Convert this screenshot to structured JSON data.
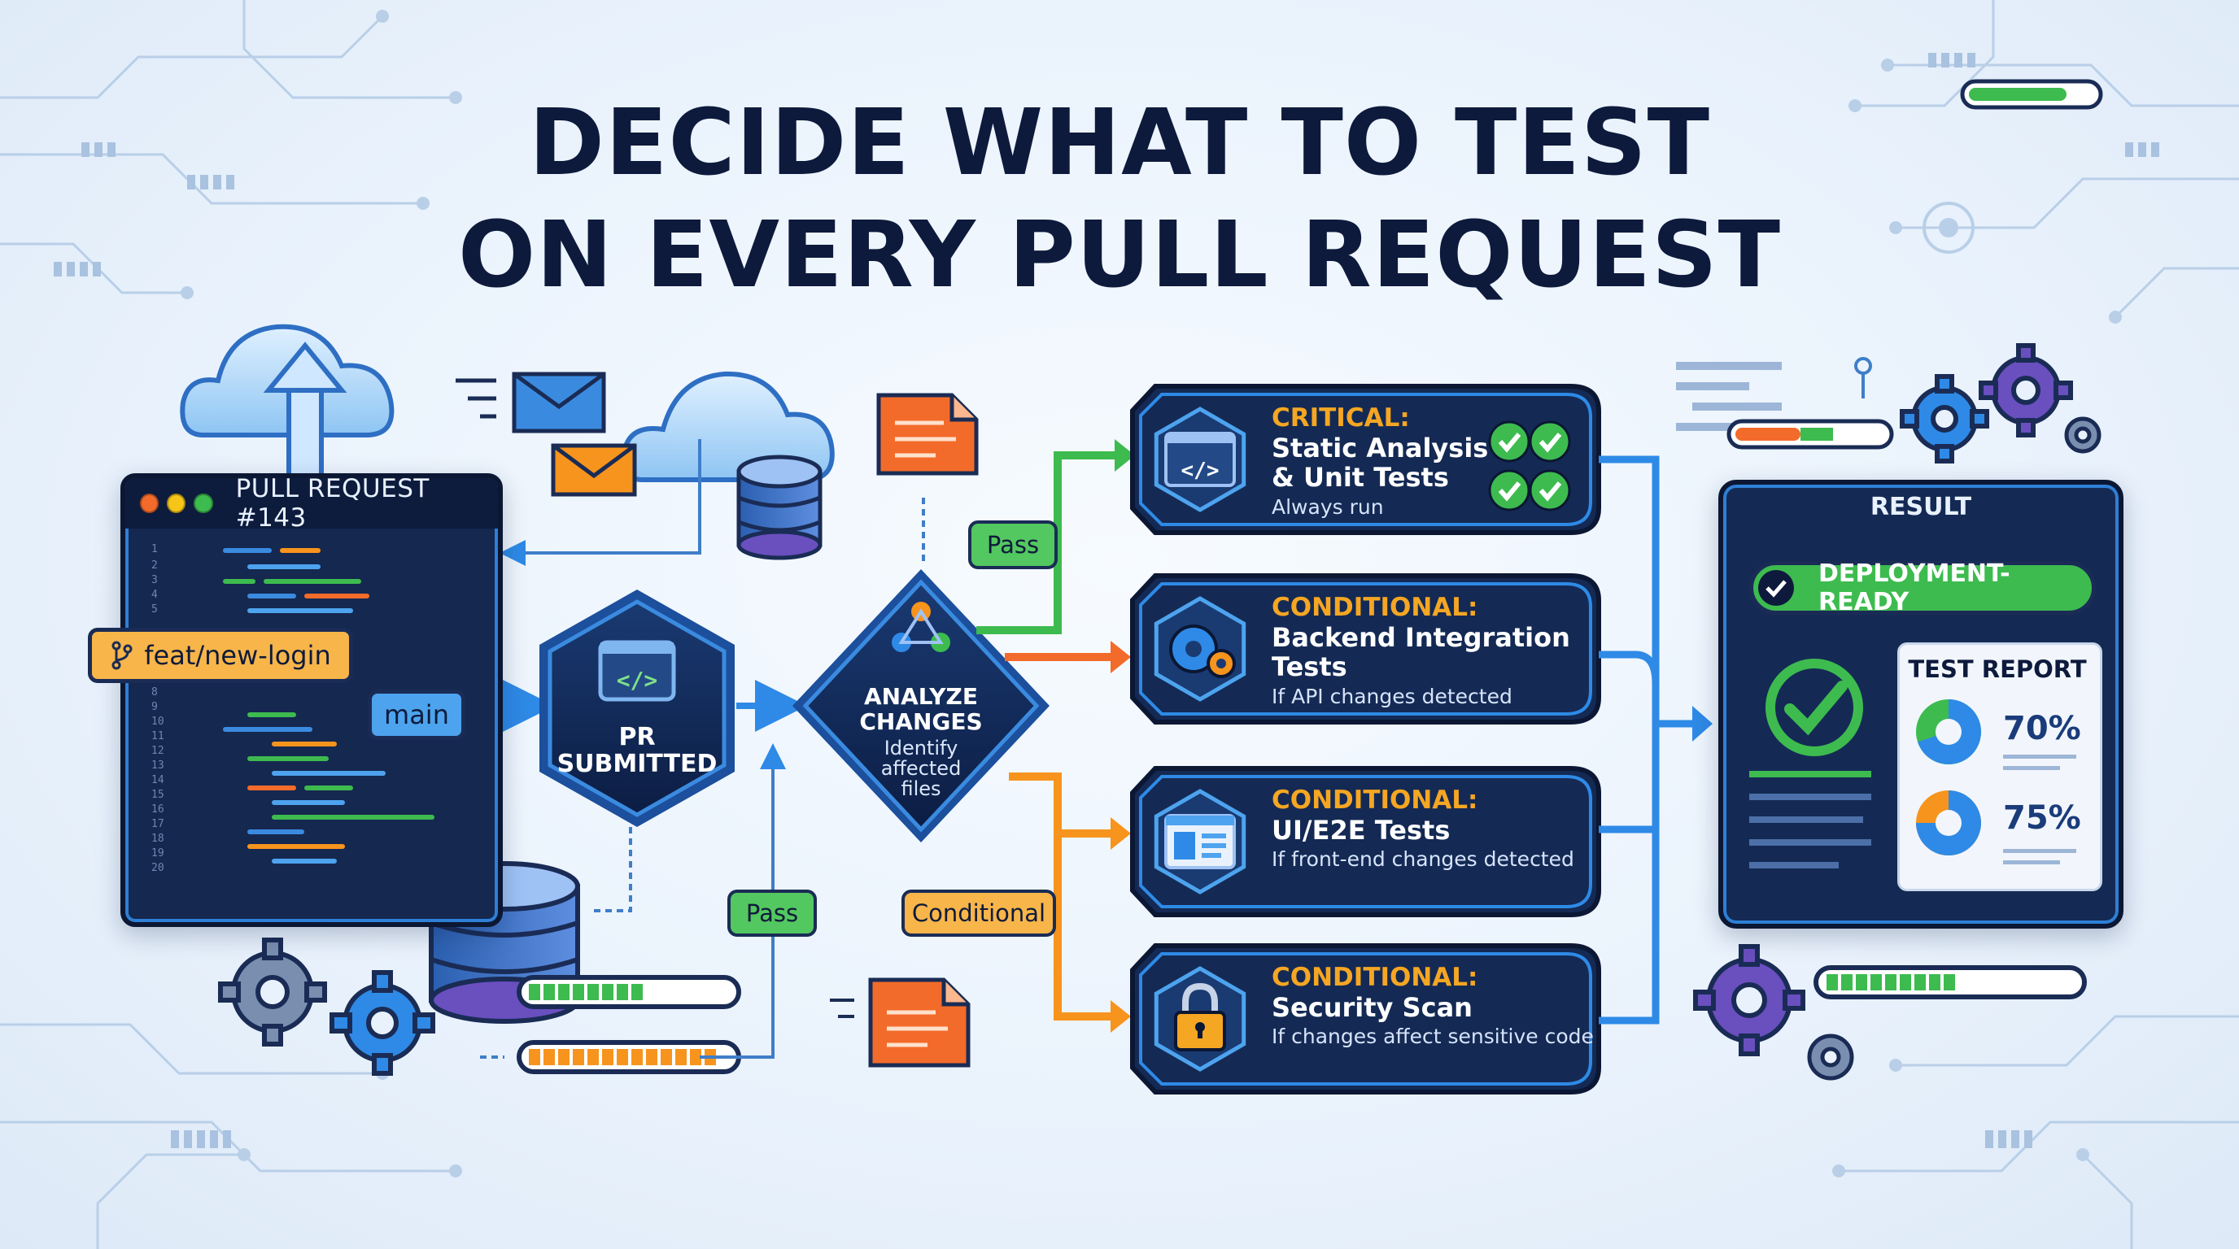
{
  "title": {
    "line1": "DECIDE WHAT TO TEST",
    "line2": "ON EVERY PULL REQUEST"
  },
  "pr_window": {
    "title": "PULL REQUEST #143",
    "line_numbers": [
      "1",
      "2",
      "3",
      "4",
      "5",
      "8",
      "9",
      "10",
      "11",
      "12",
      "13",
      "14",
      "15",
      "16",
      "17",
      "18",
      "19",
      "20"
    ],
    "branch_feature": "feat/new-login",
    "branch_main": "main"
  },
  "pr_submitted": {
    "line1": "PR",
    "line2": "SUBMITTED"
  },
  "analyze": {
    "line1": "ANALYZE",
    "line2": "CHANGES",
    "sub1": "Identify",
    "sub2": "affected",
    "sub3": "files"
  },
  "flow_labels": {
    "pass_top": "Pass",
    "pass_bottom": "Pass",
    "conditional": "Conditional"
  },
  "test_cards": [
    {
      "category": "CRITICAL:",
      "name1": "Static Analysis",
      "name2": "& Unit Tests",
      "condition": "Always run"
    },
    {
      "category": "CONDITIONAL:",
      "name1": "Backend Integration",
      "name2": "Tests",
      "condition": "If API changes detected"
    },
    {
      "category": "CONDITIONAL:",
      "name1": "UI/E2E Tests",
      "name2": "",
      "condition": "If front-end changes detected"
    },
    {
      "category": "CONDITIONAL:",
      "name1": "Security Scan",
      "name2": "",
      "condition": "If changes affect sensitive code"
    }
  ],
  "result": {
    "title": "RESULT",
    "badge": "DEPLOYMENT-READY",
    "report_title": "TEST REPORT",
    "coverage_1": "70%",
    "coverage_2": "75%"
  },
  "icons": {
    "code": "code-brackets-icon",
    "gear": "gear-icon",
    "window": "browser-window-icon",
    "lock": "padlock-icon",
    "check": "check-icon",
    "cloud": "cloud-upload-icon",
    "database": "database-icon",
    "mail": "envelope-icon",
    "document": "document-icon",
    "branch": "git-branch-icon"
  },
  "colors": {
    "navy": "#0d1a3c",
    "blue": "#2e8ae6",
    "green": "#3dbb4f",
    "orange": "#f7941d",
    "amber": "#f5a623",
    "purple": "#6a4fbf"
  },
  "report_pies": [
    {
      "value_pct": 70
    },
    {
      "value_pct": 75
    }
  ]
}
